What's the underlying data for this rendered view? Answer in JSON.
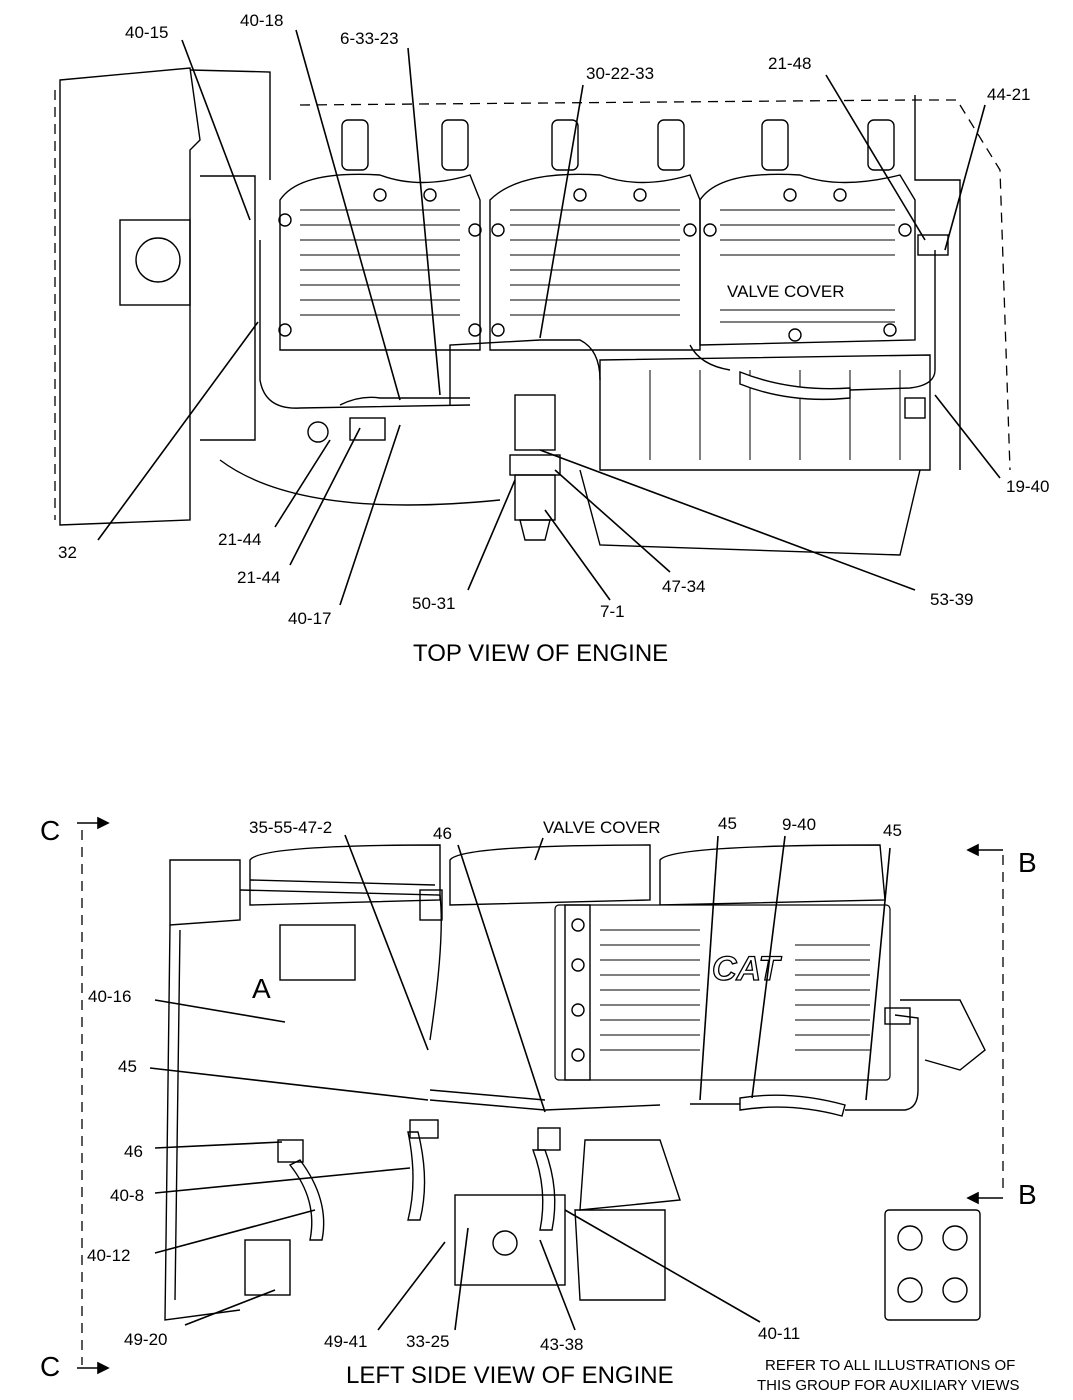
{
  "top_view": {
    "title": "TOP VIEW OF ENGINE",
    "valve_cover_label": "VALVE COVER",
    "callouts": [
      "40-15",
      "40-18",
      "6-33-23",
      "30-22-33",
      "21-48",
      "44-21",
      "19-40",
      "53-39",
      "47-34",
      "7-1",
      "50-31",
      "40-17",
      "21-44",
      "21-44",
      "32"
    ]
  },
  "side_view": {
    "title": "LEFT SIDE VIEW OF ENGINE",
    "valve_cover_label": "VALVE COVER",
    "section_labels": {
      "c_top": "C",
      "c_bottom": "C",
      "b_top": "B",
      "b_bottom": "B",
      "a": "A"
    },
    "brand_logo": "CAT",
    "callouts": [
      "35-55-47-2",
      "46",
      "45",
      "9-40",
      "45",
      "40-16",
      "45",
      "46",
      "40-8",
      "40-12",
      "49-20",
      "49-41",
      "33-25",
      "43-38",
      "40-11"
    ]
  },
  "note": {
    "line1": "REFER TO ALL ILLUSTRATIONS OF",
    "line2": "THIS GROUP FOR AUXILIARY VIEWS"
  }
}
